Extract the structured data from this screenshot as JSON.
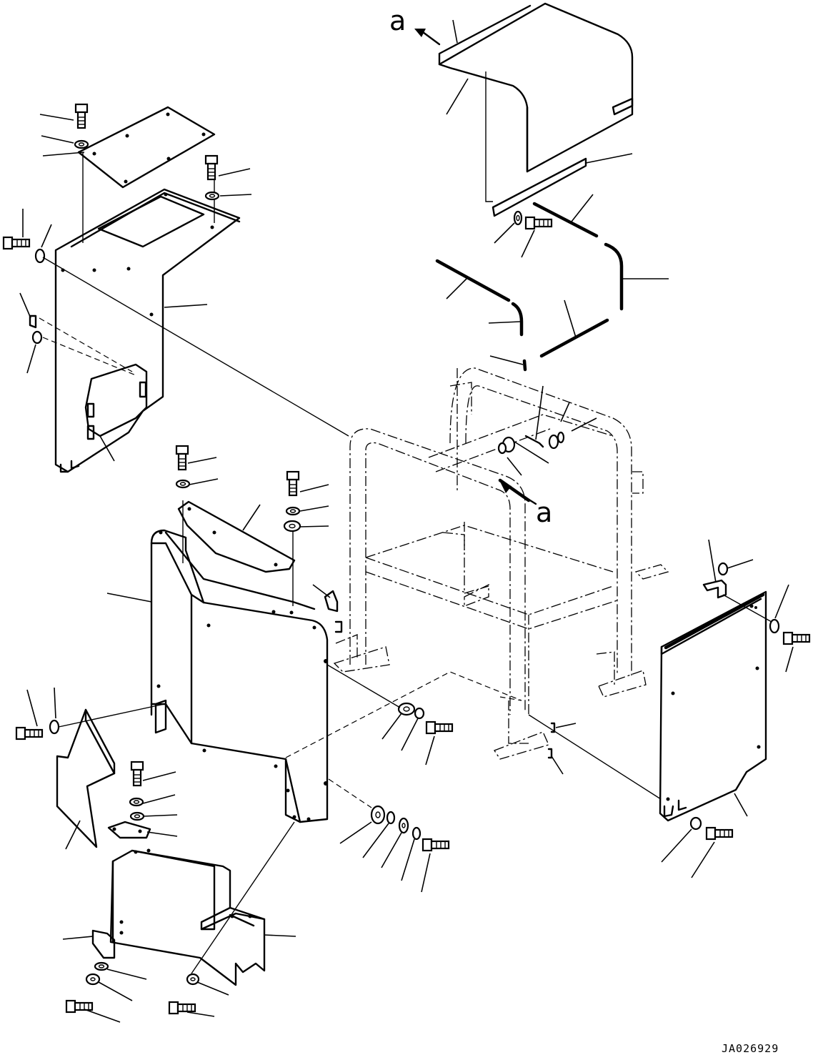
{
  "drawing": {
    "reference_marks": [
      "a",
      "a"
    ],
    "drawing_number": "JA026929"
  }
}
